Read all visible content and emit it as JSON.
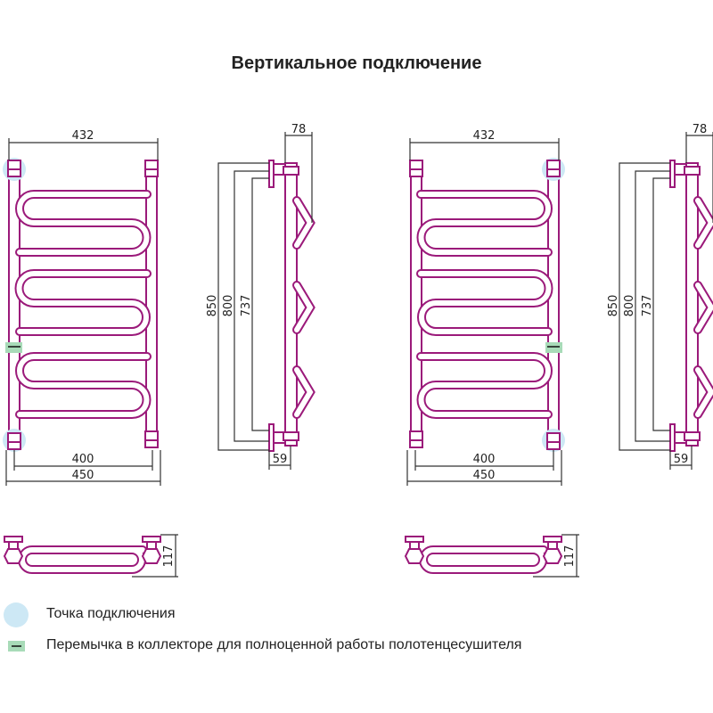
{
  "title": "Вертикальное подключение",
  "colors": {
    "pipe": "#9b1a7a",
    "connection_point": "#cde8f5",
    "jumper": "#a8dbb8"
  },
  "views": [
    {
      "side": "left",
      "dims": {
        "top_width": "432",
        "axis_distance": "400",
        "total_width": "450",
        "height_total": "850",
        "height_axis": "800",
        "height_inner": "737",
        "depth": "78",
        "wall_offset": "59",
        "top_view_depth": "117"
      }
    },
    {
      "side": "right",
      "dims": {
        "top_width": "432",
        "axis_distance": "400",
        "total_width": "450",
        "height_total": "850",
        "height_axis": "800",
        "height_inner": "737",
        "depth": "78",
        "wall_offset": "59",
        "top_view_depth": "117"
      }
    }
  ],
  "legend": [
    {
      "icon": "connection-point-circle",
      "label": "Точка подключения"
    },
    {
      "icon": "jumper-marker",
      "label": "Перемычка в коллекторе для полноценной работы полотенцесушителя"
    }
  ]
}
